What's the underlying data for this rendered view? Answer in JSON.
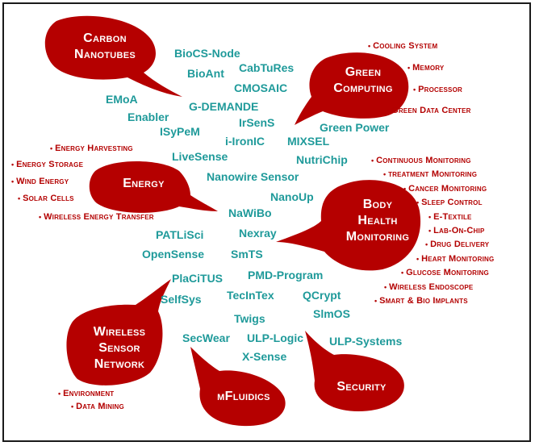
{
  "bubbles": {
    "carbon_nanotubes": {
      "line1": "Carbon",
      "line2": "Nanotubes"
    },
    "green_computing": {
      "line1": "Green",
      "line2": "Computing"
    },
    "energy": {
      "label": "Energy"
    },
    "body_health": {
      "line1": "Body",
      "line2": "Health",
      "line3": "Monitoring"
    },
    "wireless_sensor": {
      "line1": "Wireless",
      "line2": "Sensor",
      "line3": "Network"
    },
    "microfluidics": {
      "label": "μFluidics"
    },
    "security": {
      "label": "Security"
    }
  },
  "projects": {
    "biocs_node": "BioCS-Node",
    "cabtures": "CabTuRes",
    "bioant": "BioAnt",
    "cmosaic": "CMOSAIC",
    "emoa": "EMoA",
    "g_demande": "G-DEMANDE",
    "enabler": "Enabler",
    "irsens": "IrSenS",
    "isypem": "ISyPeM",
    "i_ronic": "i-IronIC",
    "mixsel": "MIXSEL",
    "green_power": "Green Power",
    "livesense": "LiveSense",
    "nutrichip": "NutriChip",
    "nanowire_sensor": "Nanowire Sensor",
    "nanoup": "NanoUp",
    "nawibo": "NaWiBo",
    "patlisci": "PATLiSci",
    "nexray": "Nexray",
    "opensense": "OpenSense",
    "smts": "SmTS",
    "pmd_program": "PMD-Program",
    "placitus": "PlaCiTUS",
    "tecintex": "TecInTex",
    "qcrypt": "QCrypt",
    "selfsys": "SelfSys",
    "slmos": "SlmOS",
    "twigs": "Twigs",
    "secwear": "SecWear",
    "ulp_logic": "ULP-Logic",
    "ulp_systems": "ULP-Systems",
    "x_sense": "X-Sense"
  },
  "topics": {
    "green_computing": [
      "Cooling System",
      "Memory",
      "Processor",
      "Green Data Center"
    ],
    "energy": [
      "Energy Harvesting",
      "Energy  Storage",
      "Wind Energy",
      "Solar Cells",
      "Wireless  Energy Transfer"
    ],
    "body_health": [
      "Continuous Monitoring",
      "treatment Monitoring",
      "Cancer Monitoring",
      "Sleep Control",
      "E-Textile",
      "Lab-On-Chip",
      "Drug Delivery",
      "Heart Monitoring",
      "Glucose Monitoring",
      "Wireless Endoscope",
      "Smart & Bio Implants"
    ],
    "wireless_sensor": [
      "Environment",
      "Data Mining"
    ]
  },
  "colors": {
    "bubble": "#b50000",
    "project_text": "#1f9a9a",
    "topic_text": "#b30000",
    "frame": "#1a1a1a"
  }
}
